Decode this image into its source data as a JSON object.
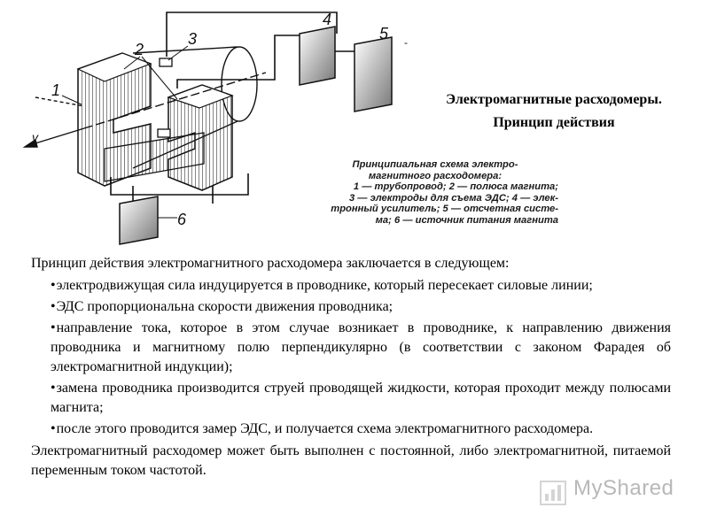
{
  "diagram": {
    "labels": {
      "n1": "1",
      "n2": "2",
      "n3": "3",
      "n4": "4",
      "n5": "5",
      "n6": "6",
      "v": "v"
    }
  },
  "slide": {
    "title_line1": "Электромагнитные расходомеры.",
    "title_line2": "Принцип действия"
  },
  "caption": {
    "title_line1": "Принципиальная схема электро-",
    "title_line2": "магнитного расходомера:",
    "legend_line1": "1 — трубопровод; 2 — полюса магнита;",
    "legend_line2": "3 — электроды для съема ЭДС; 4 — элек-",
    "legend_line3": "тронный усилитель; 5 — отсчетная систе-",
    "legend_line4": "ма; 6 — источник питания магнита"
  },
  "text": {
    "intro": "Принцип действия электромагнитного расходомера заключается в следующем:",
    "bullet_symbol": "•",
    "points": [
      "электродвижущая сила индуцируется в проводнике, который пересекает силовые линии;",
      "ЭДС пропорциональна скорости движения проводника;",
      "направление тока, которое в этом случае возникает в проводнике, к направлению движения проводника и магнитному полю перпендикулярно (в соответствии с законом Фарадея об электромагнитной индукции);",
      "замена проводника производится струей проводящей жидкости, которая проходит между полюсами магнита;",
      "после этого проводится замер ЭДС, и получается схема электромагнитного расходомера."
    ],
    "outro": "Электромагнитный расходомер может быть выполнен с постоянной, либо электромагнитной, питаемой переменным током частотой."
  },
  "watermark": {
    "text": "MyShared"
  }
}
